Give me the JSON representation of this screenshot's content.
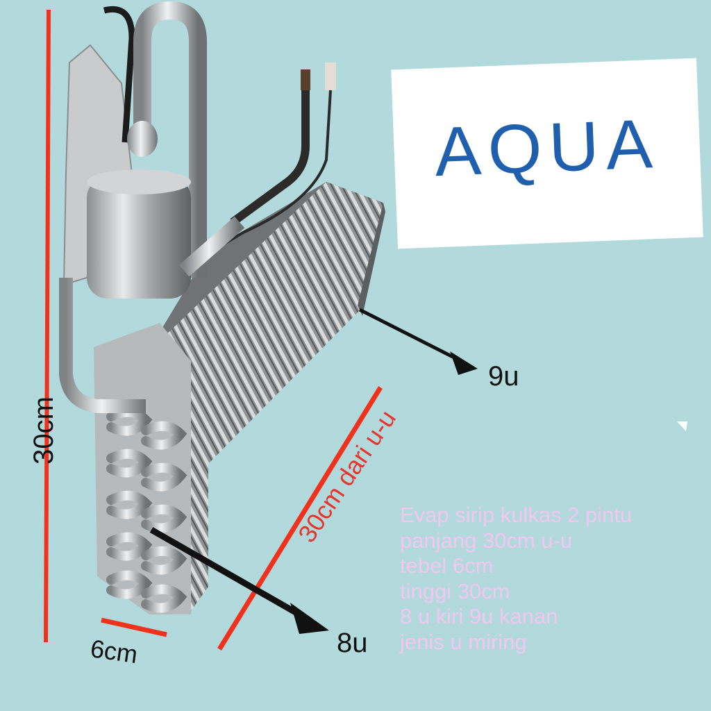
{
  "brand": {
    "logo_text": "AQUA",
    "color": "#1f5fae"
  },
  "dimensions": {
    "height_label": "30cm",
    "length_label": "30cm dari u-u",
    "depth_label": "6cm",
    "right_u_label": "9u",
    "left_u_label": "8u"
  },
  "description": {
    "lines": [
      "Evap sirip kulkas 2 pintu",
      "panjang 30cm u-u",
      "tebel 6cm",
      "tinggi 30cm",
      "8 u kiri 9u kanan",
      "jenis u miring"
    ],
    "color": "#f2c8ee"
  },
  "colors": {
    "background": "#b2d9dc",
    "measure_line": "#f0321c",
    "arrow": "#111111"
  },
  "icons": [
    "evaporator-photo",
    "measure-line",
    "arrow"
  ]
}
